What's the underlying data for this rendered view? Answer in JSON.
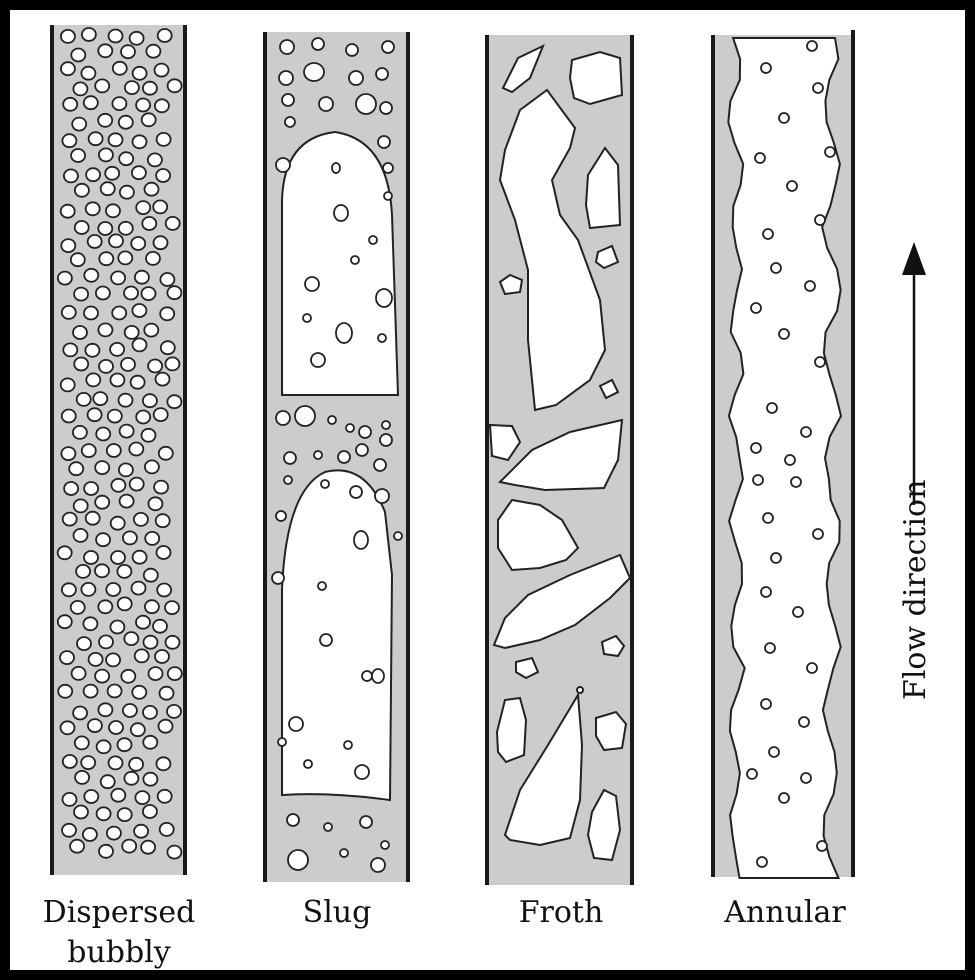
{
  "colors": {
    "frame": "#000000",
    "pipe_fill": "#cccccc",
    "pipe_wall": "#1a1a1a",
    "gas": "#ffffff",
    "outline": "#222222"
  },
  "panels": [
    {
      "id": "dispersed",
      "label_line1": "Dispersed",
      "label_line2": "bubbly"
    },
    {
      "id": "slug",
      "label_line1": "Slug",
      "label_line2": ""
    },
    {
      "id": "froth",
      "label_line1": "Froth",
      "label_line2": ""
    },
    {
      "id": "annular",
      "label_line1": "Annular",
      "label_line2": ""
    }
  ],
  "flow_direction_label": "Flow direction",
  "arrow_icon": "arrow-up-icon"
}
